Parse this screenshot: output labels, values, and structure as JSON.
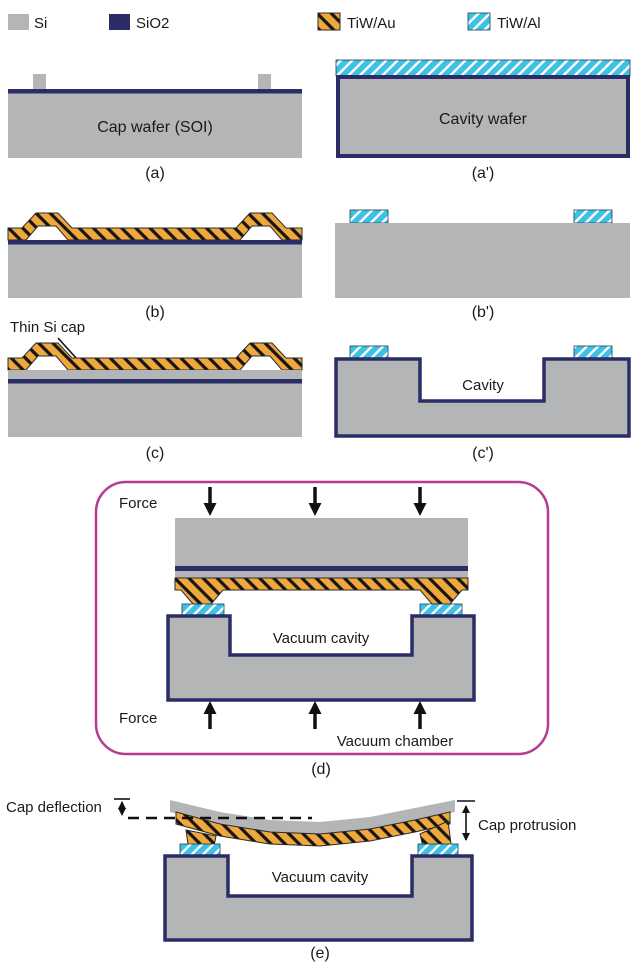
{
  "legend": {
    "items": [
      {
        "label": "Si",
        "type": "solid",
        "color": "#b3b5b7"
      },
      {
        "label": "SiO2",
        "type": "solid",
        "color": "#2b2d66"
      },
      {
        "label": "TiW/Au",
        "type": "hatched",
        "color": "#f0a73c",
        "hatch_color": "#141414"
      },
      {
        "label": "TiW/Al",
        "type": "hatched",
        "color": "#3ec1e5",
        "hatch_color": "#ffffff"
      }
    ]
  },
  "colors": {
    "si": "#b3b5b7",
    "sio2": "#2b2d66",
    "au": "#f0a73c",
    "au_hatch": "#141414",
    "al": "#3ec1e5",
    "al_hatch": "#ffffff",
    "chamber_box": "#b43c94",
    "text": "#1a1a1a"
  },
  "panels": {
    "a": {
      "label": "(a)",
      "caption": "Cap wafer (SOI)"
    },
    "a2": {
      "label": "(a')",
      "caption": "Cavity wafer"
    },
    "b": {
      "label": "(b)"
    },
    "b2": {
      "label": "(b')"
    },
    "c": {
      "label": "(c)",
      "annotation": "Thin Si cap"
    },
    "c2": {
      "label": "(c')",
      "caption": "Cavity"
    },
    "d": {
      "label": "(d)",
      "force_top": "Force",
      "force_bottom": "Force",
      "cavity": "Vacuum cavity",
      "chamber": "Vacuum chamber"
    },
    "e": {
      "label": "(e)",
      "deflection": "Cap deflection",
      "protrusion": "Cap protrusion",
      "cavity": "Vacuum cavity"
    }
  }
}
